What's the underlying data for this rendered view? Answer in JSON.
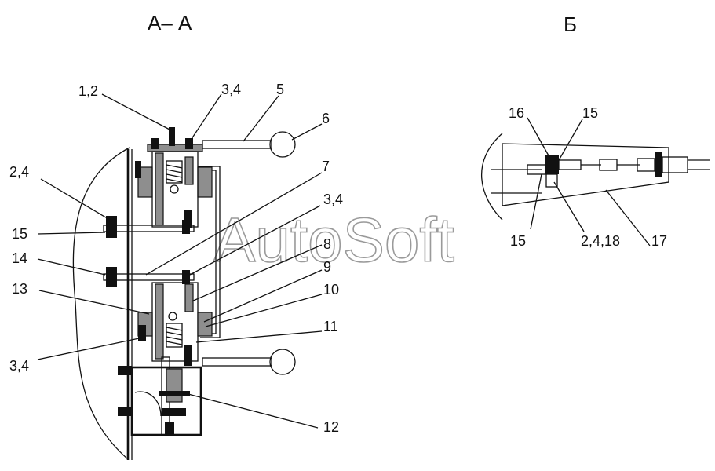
{
  "titles": {
    "section_aa": "А– А",
    "view_b": "Б"
  },
  "watermark": "AutoSoft",
  "labels_aa": {
    "l_1_2": "1,2",
    "l_3_4_top": "3,4",
    "l_5": "5",
    "l_6": "6",
    "l_7": "7",
    "l_3_4_mid": "3,4",
    "l_2_4": "2,4",
    "l_15": "15",
    "l_14": "14",
    "l_8": "8",
    "l_9": "9",
    "l_13": "13",
    "l_10": "10",
    "l_11": "11",
    "l_3_4_low": "3,4",
    "l_12": "12"
  },
  "labels_b": {
    "l_16": "16",
    "l_15_top": "15",
    "l_15_bottom": "15",
    "l_2_4_18": "2,4,18",
    "l_17": "17"
  },
  "colors": {
    "ink": "#111111",
    "hatch": "#8e8e8e",
    "watermark": "#9a9a9a",
    "background": "#ffffff"
  }
}
